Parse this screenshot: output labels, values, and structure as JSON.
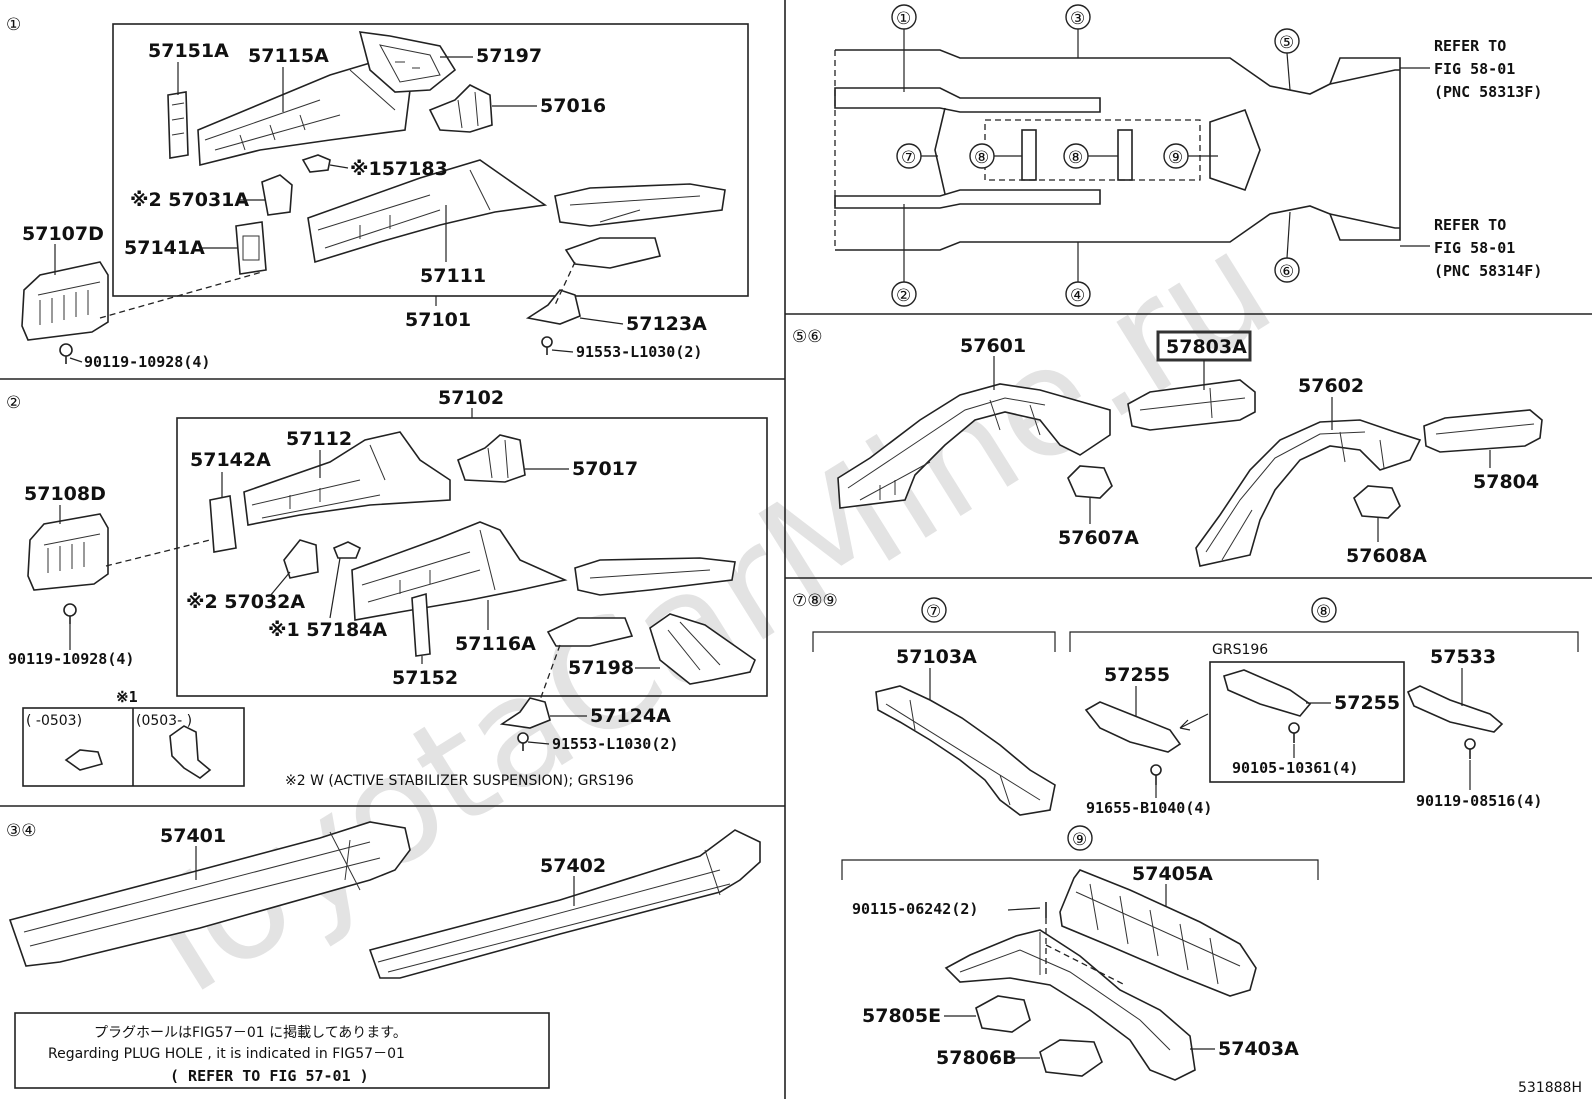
{
  "watermark": "ToyotaCarMine.ru",
  "figure_id": "531888H",
  "sections": {
    "s1": {
      "tag": "①"
    },
    "s2": {
      "tag": "②"
    },
    "s34": {
      "tag": "③④"
    },
    "s56": {
      "tag": "⑤⑥"
    },
    "s789": {
      "tag": "⑦⑧⑨"
    }
  },
  "parts": {
    "p57151A": "57151A",
    "p57115A": "57115A",
    "p57197": "57197",
    "p57016": "57016",
    "p157183": "※157183",
    "p57031A": "※2 57031A",
    "p57107D": "57107D",
    "p57141A": "57141A",
    "p57111": "57111",
    "p57101": "57101",
    "p57123A": "57123A",
    "p90119a": "90119-10928(4)",
    "p91553a": "91553-L1030(2)",
    "p57102": "57102",
    "p57112": "57112",
    "p57142A": "57142A",
    "p57017": "57017",
    "p57108D": "57108D",
    "p57032A": "※2 57032A",
    "p57184A": "※1 57184A",
    "p57116A": "57116A",
    "p57152": "57152",
    "p57198": "57198",
    "p57124A": "57124A",
    "p90119b": "90119-10928(4)",
    "p91553b": "91553-L1030(2)",
    "p57401": "57401",
    "p57402": "57402",
    "p57601": "57601",
    "p57803A": "57803A",
    "p57602": "57602",
    "p57804": "57804",
    "p57607A": "57607A",
    "p57608A": "57608A",
    "p57103A": "57103A",
    "p57255a": "57255",
    "p57255b": "57255",
    "p57533": "57533",
    "p91655": "91655-B1040(4)",
    "p90105": "90105-10361(4)",
    "p90119c": "90119-08516(4)",
    "p57405A": "57405A",
    "p90115": "90115-06242(2)",
    "p57805E": "57805E",
    "p57806B": "57806B",
    "p57403A": "57403A"
  },
  "notes": {
    "x1_title": "※1",
    "x1_col1": "(      -0503)",
    "x1_col2": "(0503-      )",
    "x2": "※2 W (ACTIVE STABILIZER SUSPENSION); GRS196",
    "grs196": "GRS196",
    "plug_jp": "プラグホールはFIG57－01 に掲載してあります。",
    "plug_en": "Regarding  PLUG HOLE , it is indicated in  FIG57－01",
    "plug_ref": "(  REFER TO FIG 57-01 )"
  },
  "overview": {
    "c1": "①",
    "c2": "②",
    "c3": "③",
    "c4": "④",
    "c5": "⑤",
    "c6": "⑥",
    "c7": "⑦",
    "c8a": "⑧",
    "c8b": "⑧",
    "c9": "⑨",
    "refer_top": [
      "REFER TO",
      "FIG 58-01",
      "(PNC 58313F)"
    ],
    "refer_bot": [
      "REFER TO",
      "FIG 58-01",
      "(PNC 58314F)"
    ]
  },
  "group_labels": {
    "g7": "⑦",
    "g8": "⑧",
    "g9": "⑨"
  }
}
